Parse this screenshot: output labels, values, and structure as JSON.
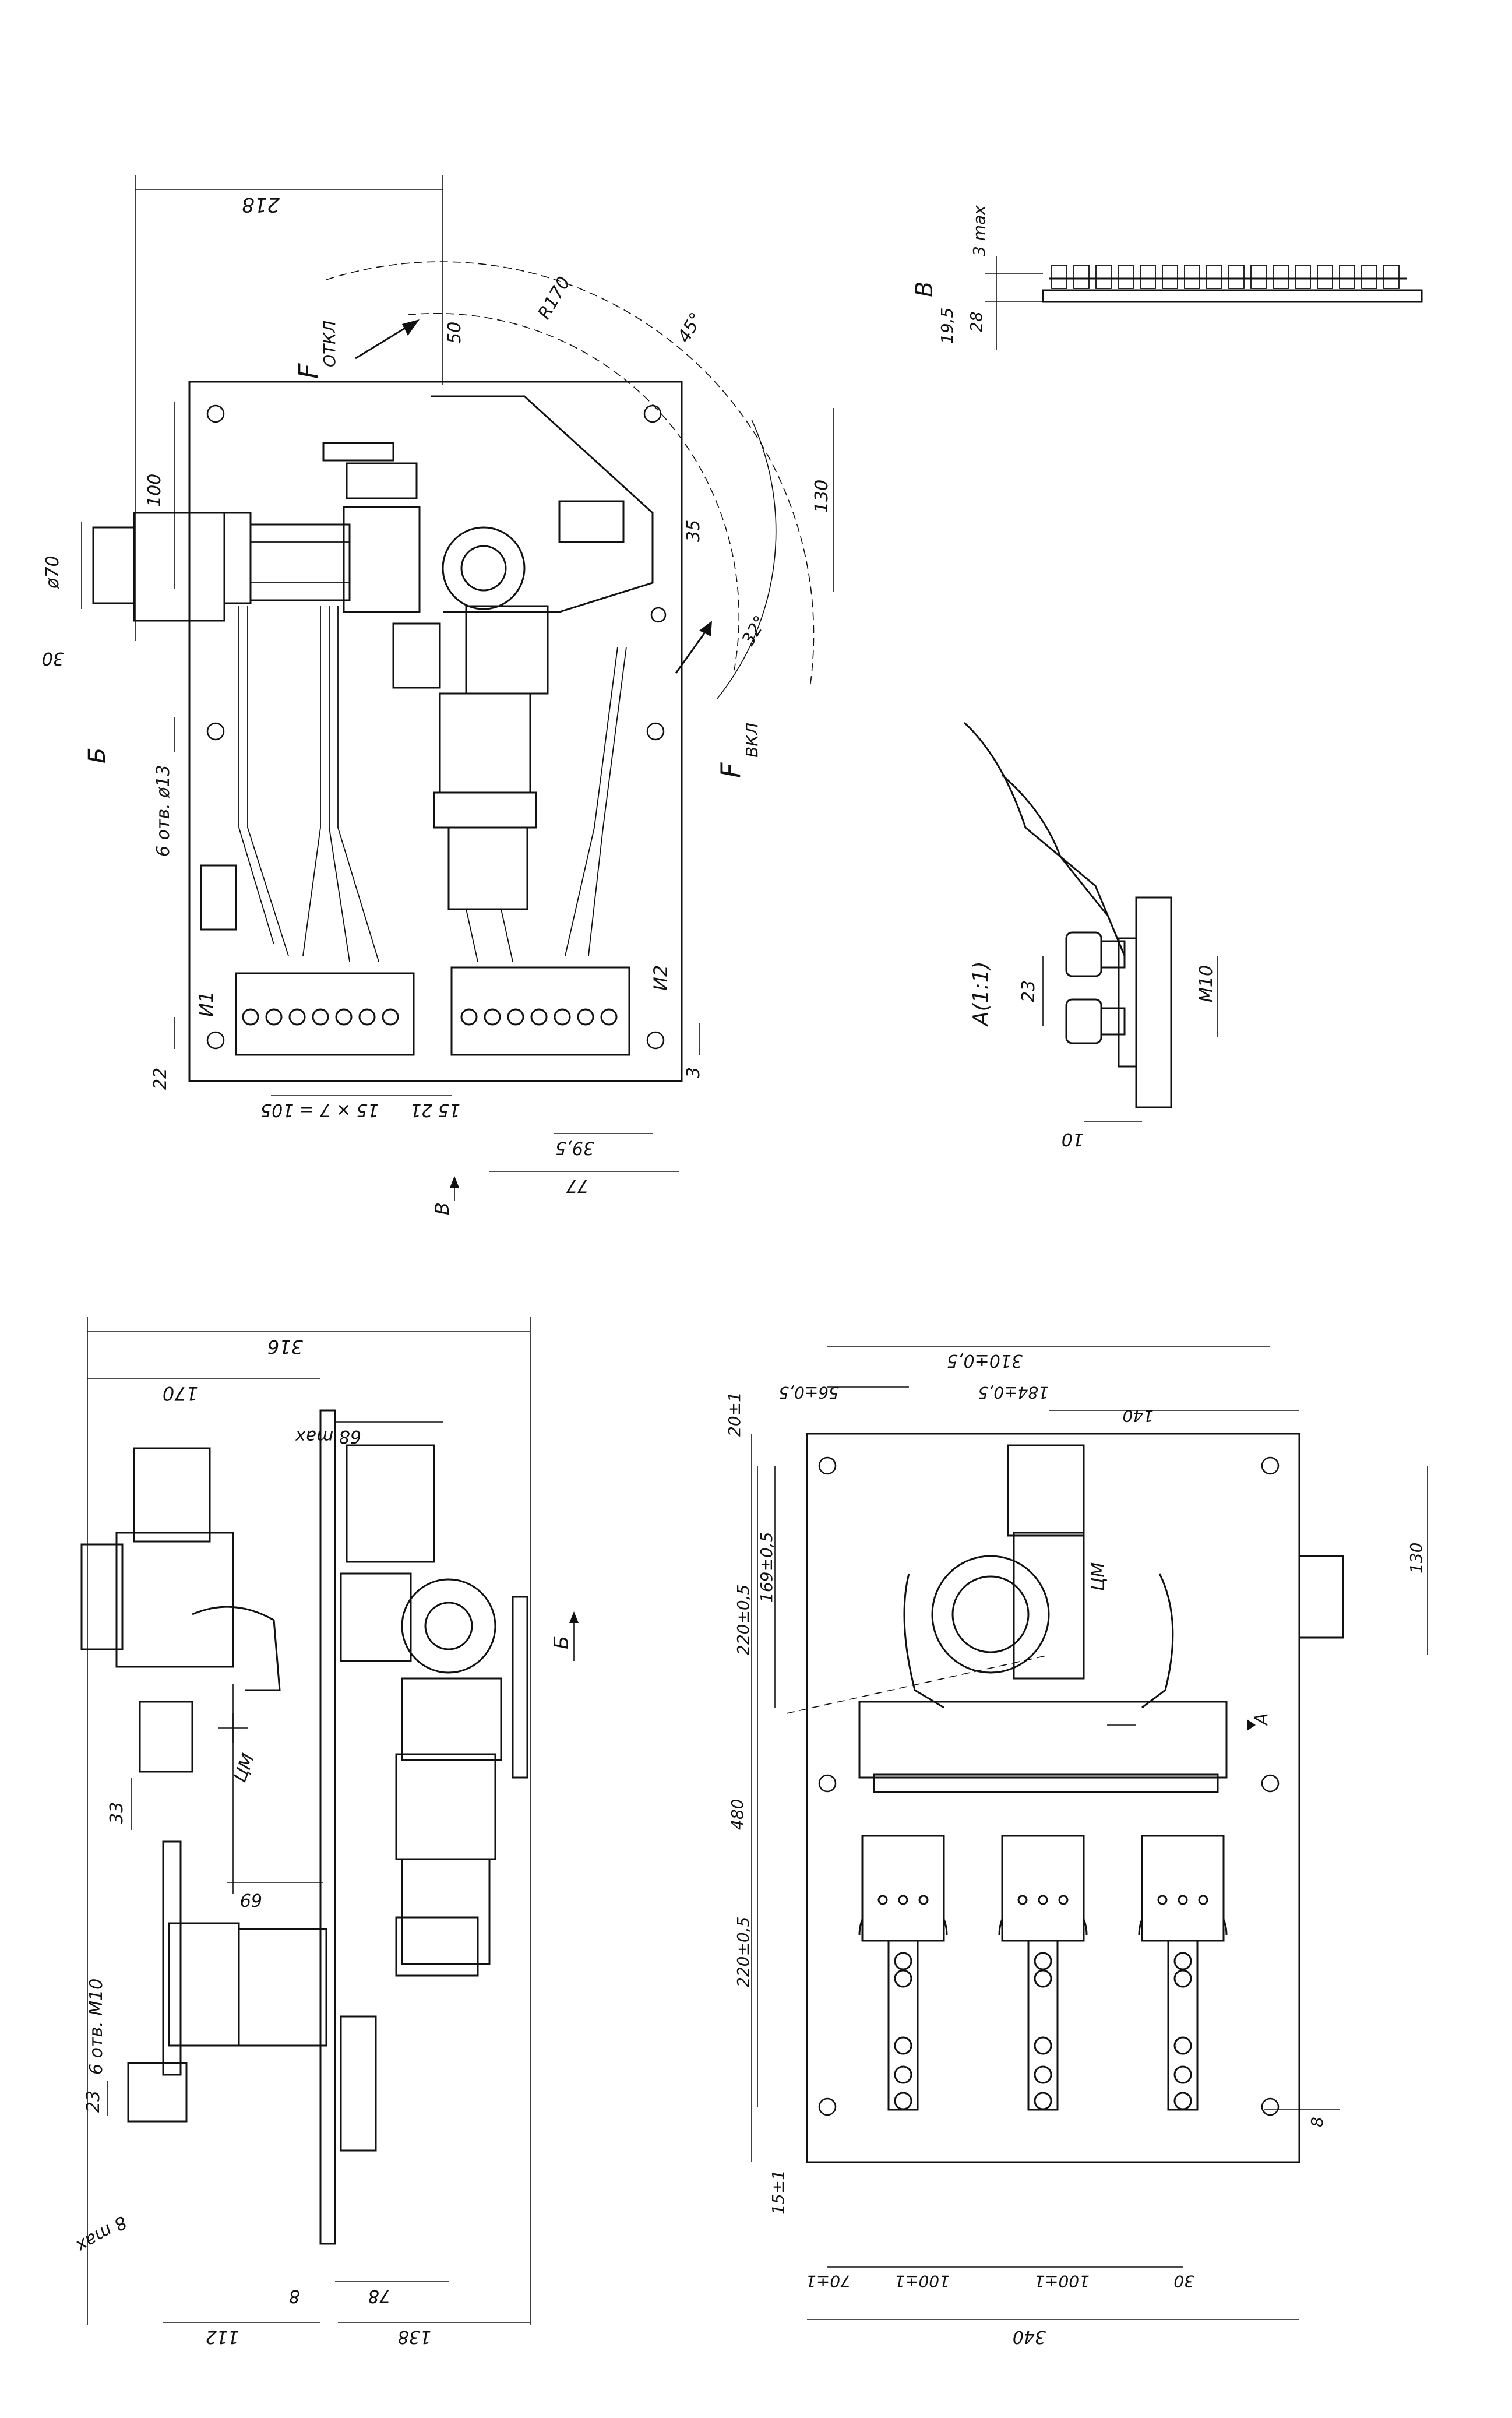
{
  "views": {
    "top_left": {
      "dims": {
        "d218": "218",
        "d50": "50",
        "r170": "R170",
        "a45": "45°",
        "d100": "100",
        "d130": "130",
        "d35": "35",
        "a32": "32°",
        "phi70": "ø70",
        "d30": "30",
        "holes": "6 отв. ø13",
        "d22": "22",
        "d105": "15 × 7 = 105",
        "d21": "15  21",
        "d395": "39,5",
        "d77": "77",
        "d3": "3"
      },
      "labels": {
        "f_off_main": "F",
        "f_off_sub": "ОТКЛ",
        "f_on_main": "F",
        "f_on_sub": "ВКЛ",
        "b_view": "Б",
        "i1": "И1",
        "i2": "И2",
        "v_arrow": "В"
      }
    },
    "view_v": {
      "title": "В",
      "dims": {
        "d3max": "3 max",
        "d195": "19,5",
        "d28": "28"
      }
    },
    "view_a": {
      "title": "А(1:1)",
      "dims": {
        "d23": "23",
        "m10": "М10",
        "d10": "10"
      }
    },
    "bottom_left": {
      "dims": {
        "d316": "316",
        "d170": "170",
        "d68": "68 max",
        "d33": "33",
        "d69": "69",
        "holes": "6 отв. М10",
        "d23": "23",
        "d8max": "8 max",
        "d8": "8",
        "d78": "78",
        "d112": "112",
        "d138": "138"
      },
      "labels": {
        "cm": "ЦМ",
        "b_arrow": "Б"
      }
    },
    "bottom_right": {
      "dims": {
        "d310": "310±0,5",
        "d56": "56±0,5",
        "d184": "184±0,5",
        "d140": "140",
        "d20": "20±1",
        "d220a": "220±0,5",
        "d169": "169±0,5",
        "d130": "130",
        "d480": "480",
        "d220b": "220±0,5",
        "d15": "15±1",
        "d70": "70±1",
        "d100a": "100±1",
        "d100b": "100±1",
        "d30": "30",
        "d8": "8",
        "d340": "340"
      },
      "labels": {
        "cm": "ЦМ",
        "a_arrow": "А"
      }
    }
  }
}
